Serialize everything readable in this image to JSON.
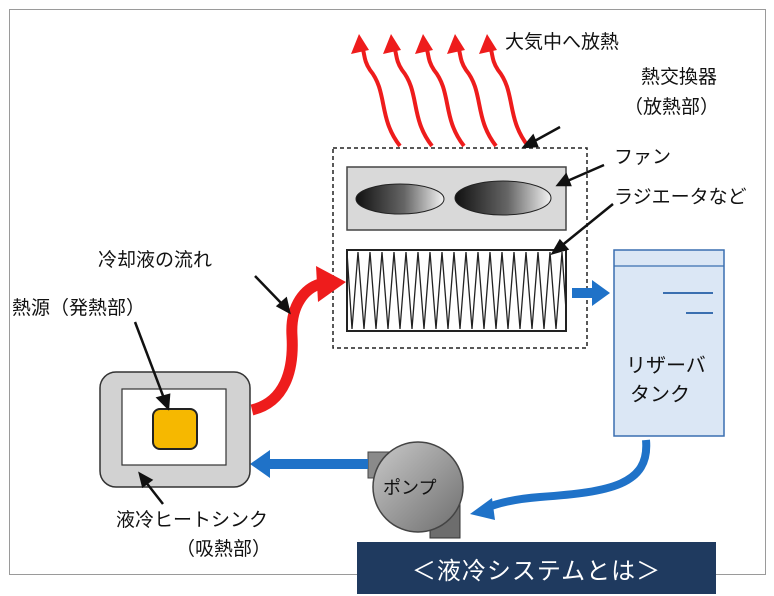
{
  "labels": {
    "release": "大気中へ放熱",
    "heat_exchanger": [
      "熱交換器",
      "（放熱部）"
    ],
    "fan": "ファン",
    "radiator": "ラジエータなど",
    "coolant_flow": "冷却液の流れ",
    "heat_source": "熱源（発熱部）",
    "reservoir": [
      "リザーバ",
      "タンク"
    ],
    "pump": "ポンプ",
    "heat_sink": [
      "液冷ヒートシンク",
      "（吸熱部）"
    ]
  },
  "caption": "＜液冷システムとは＞",
  "colors": {
    "hot_flow": "#ee1c1c",
    "cool_flow": "#1f72c8",
    "tank_fill": "#dbe7f5",
    "chip": "#f6b800",
    "caption_bg": "#1f3a5f"
  }
}
